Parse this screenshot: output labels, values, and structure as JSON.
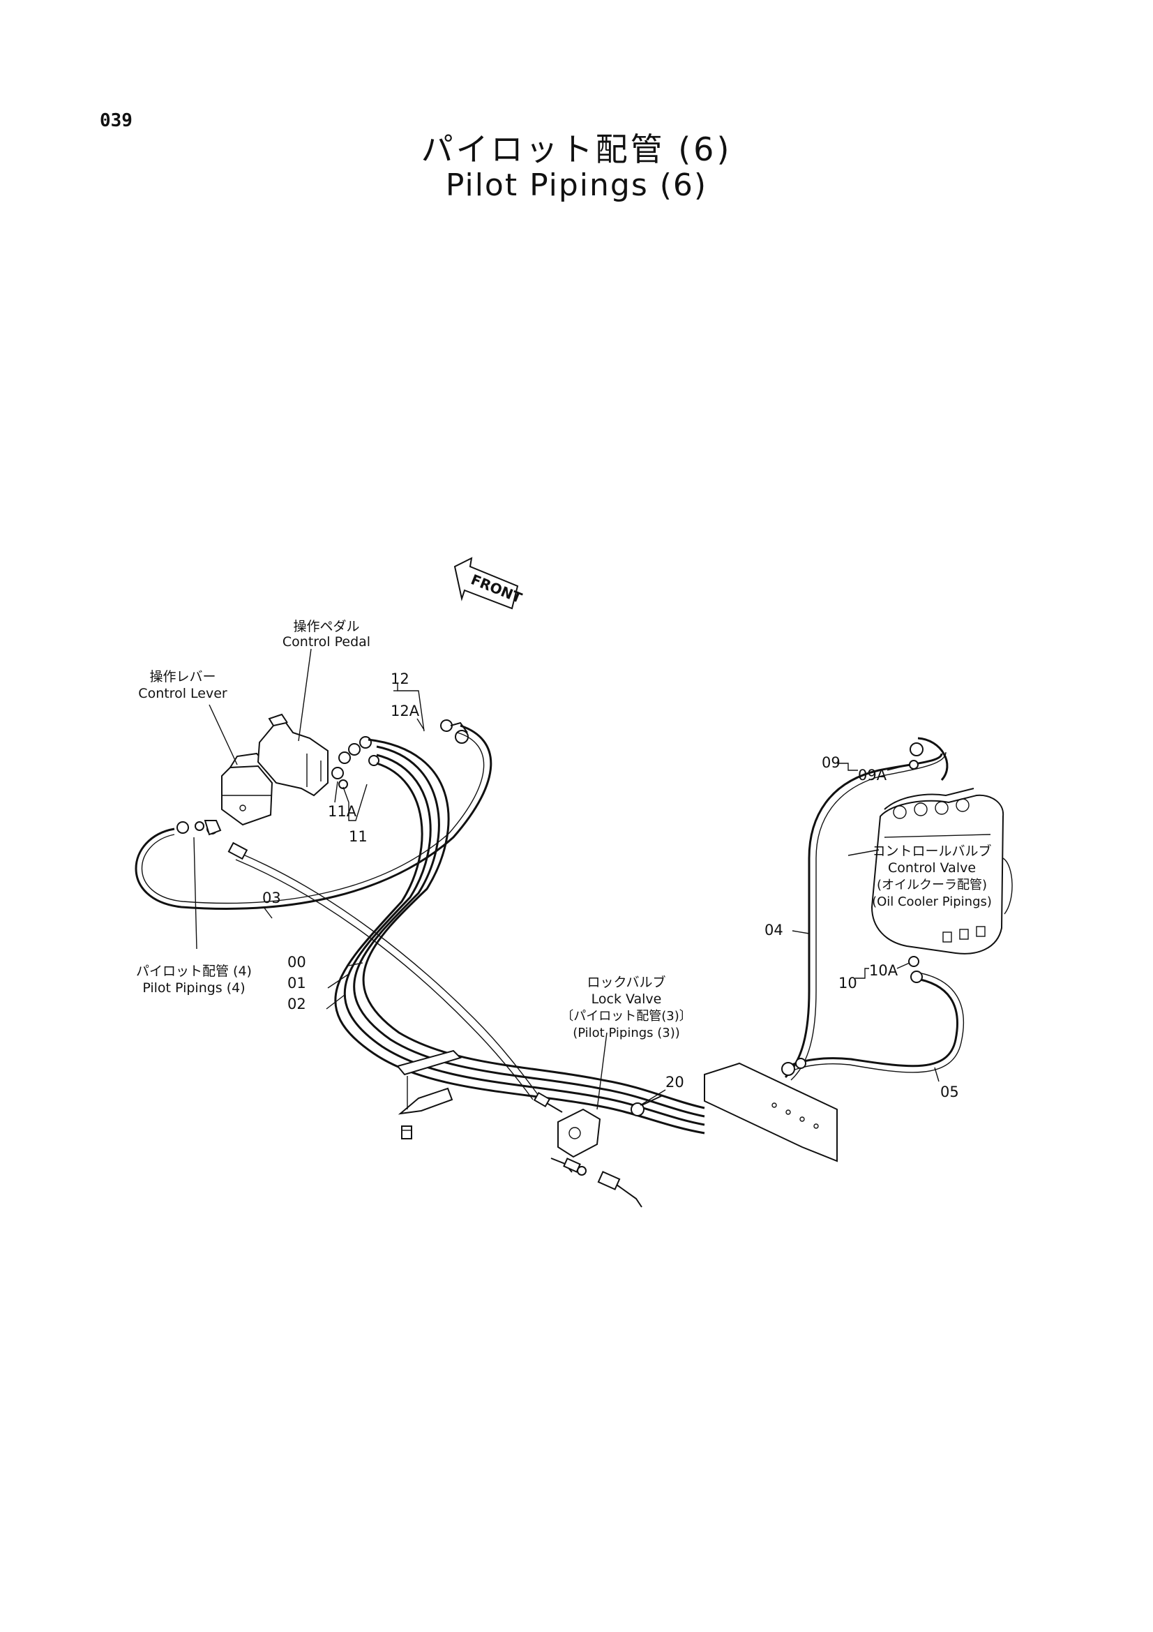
{
  "page": {
    "number": "039"
  },
  "title": {
    "japanese": "パイロット配管 (6)",
    "english": "Pilot Pipings (6)"
  },
  "front_arrow": {
    "label": "FRONT"
  },
  "components": {
    "control_pedal": {
      "jp": "操作ペダル",
      "en": "Control Pedal"
    },
    "control_lever": {
      "jp": "操作レバー",
      "en": "Control Lever"
    },
    "pilot_pipings_4": {
      "jp": "パイロット配管 (4)",
      "en": "Pilot Pipings (4)"
    },
    "lock_valve": {
      "jp": "ロックバルブ",
      "en": "Lock Valve",
      "ref_jp": "〔パイロット配管(3)〕",
      "ref_en": "(Pilot Pipings (3))"
    },
    "control_valve": {
      "jp": "コントロールバルブ",
      "en": "Control Valve",
      "ref_jp": "(オイルクーラ配管)",
      "ref_en": "(Oil Cooler Pipings)"
    }
  },
  "part_numbers": [
    "00",
    "01",
    "02",
    "03",
    "04",
    "05",
    "09",
    "09A",
    "10",
    "10A",
    "11",
    "11A",
    "12",
    "12A",
    "20"
  ]
}
